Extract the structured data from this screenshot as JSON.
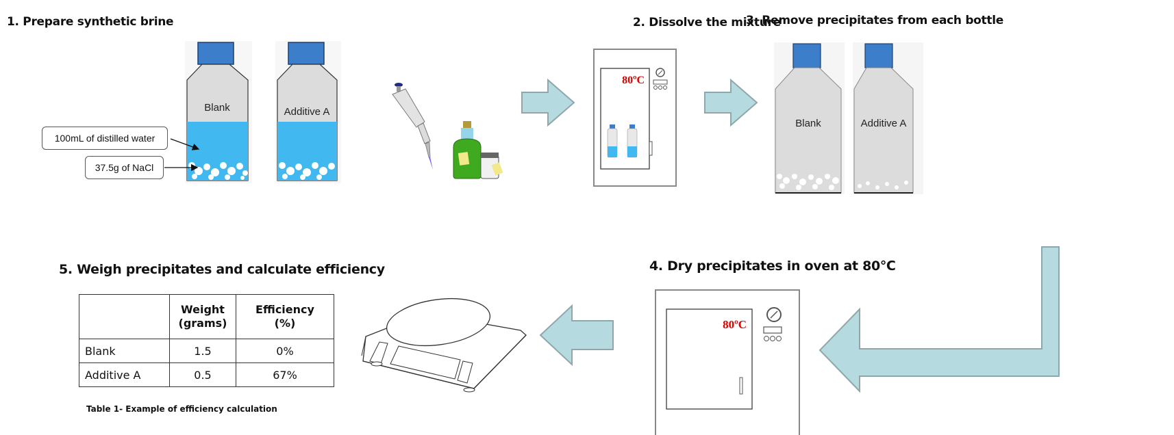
{
  "steps": {
    "step1": {
      "title": "1. Prepare synthetic brine"
    },
    "step2": {
      "title": "2. Dissolve the mixture"
    },
    "step3": {
      "title": "3. Remove precipitates from each bottle"
    },
    "step4": {
      "title": "4. Dry precipitates in oven at 80℃"
    },
    "step5": {
      "title": "5. Weigh precipitates and calculate efficiency"
    }
  },
  "bottles": {
    "blank": "Blank",
    "additive": "Additive A"
  },
  "callouts": {
    "water": "100mL of distilled water",
    "salt": "37.5g of NaCl"
  },
  "ovens": {
    "dissolve_temp": "80ºC",
    "dry_temp": "80ºC"
  },
  "colors": {
    "arrow_fill": "#b5dbe0",
    "arrow_stroke": "#8fa6aa",
    "cap_blue": "#3d7ecb",
    "water_blue": "#41b8ef",
    "temp_red": "#e00000"
  },
  "table": {
    "headers": [
      "",
      "Weight (grams)",
      "Efficiency (%)"
    ],
    "header_lines": [
      [
        "",
        ""
      ],
      [
        "Weight",
        "(grams)"
      ],
      [
        "Efficiency",
        "(%)"
      ]
    ],
    "rows": [
      {
        "label": "Blank",
        "weight": "1.5",
        "efficiency": "0%"
      },
      {
        "label": "Additive A",
        "weight": "0.5",
        "efficiency": "67%"
      }
    ],
    "caption": "Table 1- Example of efficiency calculation"
  }
}
